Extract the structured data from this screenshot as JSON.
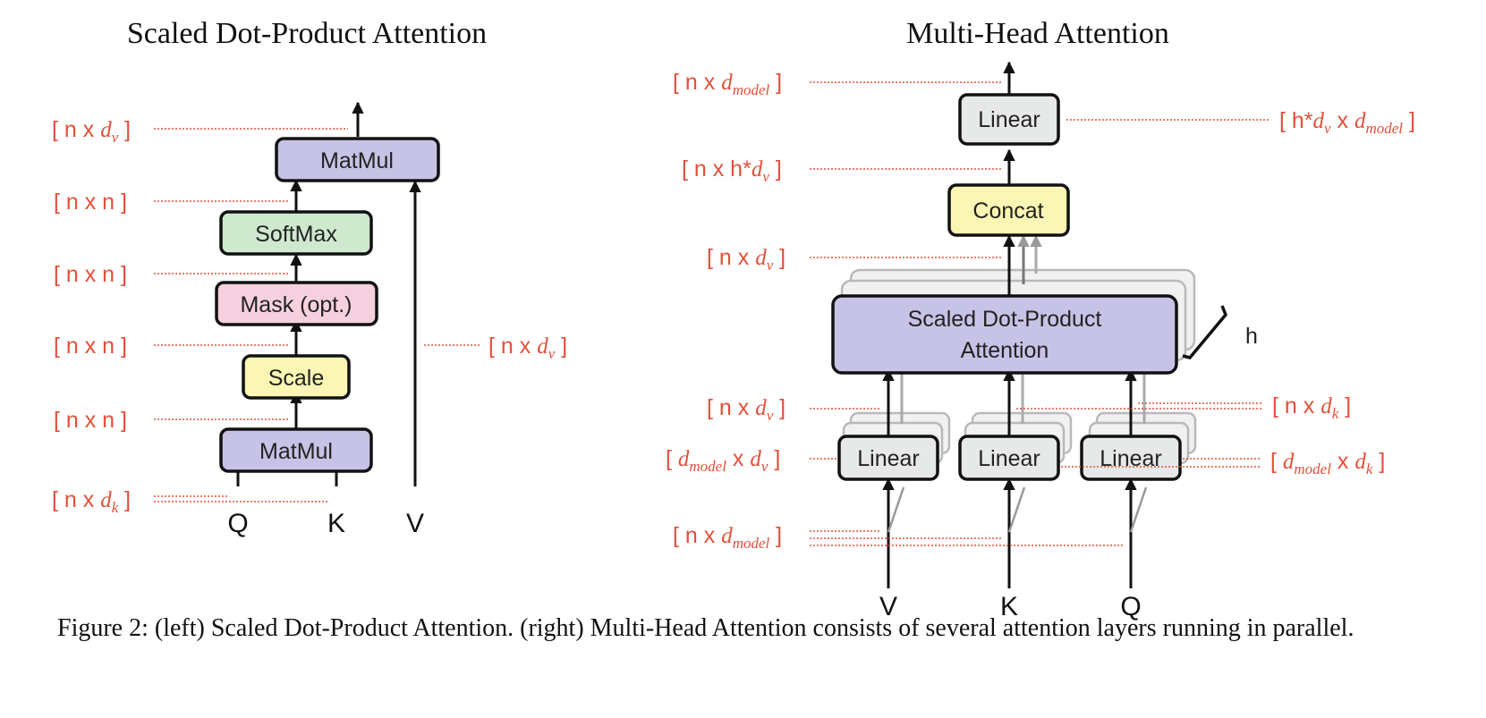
{
  "left": {
    "title": "Scaled Dot-Product Attention",
    "boxes": {
      "matmul_top": "MatMul",
      "softmax": "SoftMax",
      "mask": "Mask (opt.)",
      "scale": "Scale",
      "matmul_bottom": "MatMul"
    },
    "inputs": {
      "q": "Q",
      "k": "K",
      "v": "V"
    },
    "dims": {
      "out": {
        "pre": "[ n x ",
        "sym": "d",
        "sub": "v",
        "post": " ]"
      },
      "softmax_out": "[ n x n ]",
      "mask_out": "[ n x n ]",
      "scale_out": "[ n x n ]",
      "matmul_out": "[ n x n ]",
      "v_in": {
        "pre": "[ n x ",
        "sym": "d",
        "sub": "v",
        "post": " ]"
      },
      "qk_in": {
        "pre": "[ n x ",
        "sym": "d",
        "sub": "k",
        "post": " ]"
      }
    }
  },
  "right": {
    "title": "Multi-Head Attention",
    "boxes": {
      "linear_top": "Linear",
      "concat": "Concat",
      "attention_line1": "Scaled Dot-Product",
      "attention_line2": "Attention",
      "linear_v": "Linear",
      "linear_k": "Linear",
      "linear_q": "Linear"
    },
    "heads_label": "h",
    "inputs": {
      "v": "V",
      "k": "K",
      "q": "Q"
    },
    "dims": {
      "out": {
        "pre": "[ n x ",
        "sym": "d",
        "sub": "model",
        "post": " ]"
      },
      "linear_weight": {
        "pre": "[ h*",
        "sym": "d",
        "sub": "v",
        "mid": " x ",
        "sym2": "d",
        "sub2": "model",
        "post": " ]"
      },
      "concat_out": {
        "pre": "[ n x h*",
        "sym": "d",
        "sub": "v",
        "post": " ]"
      },
      "head_out": {
        "pre": "[ n x ",
        "sym": "d",
        "sub": "v",
        "post": " ]"
      },
      "v_proj": {
        "pre": "[ n x ",
        "sym": "d",
        "sub": "v",
        "post": " ]"
      },
      "qk_proj": {
        "pre": "[ n x ",
        "sym": "d",
        "sub": "k",
        "post": " ]"
      },
      "wv": {
        "pre": "[ ",
        "sym": "d",
        "sub": "model",
        "mid": " x ",
        "sym2": "d",
        "sub2": "v",
        "post": " ]"
      },
      "wqk": {
        "pre": "[ ",
        "sym": "d",
        "sub": "model",
        "mid": " x ",
        "sym2": "d",
        "sub2": "k",
        "post": " ]"
      },
      "inputs": {
        "pre": "[ n x ",
        "sym": "d",
        "sub": "model",
        "post": " ]"
      }
    }
  },
  "caption": "Figure 2: (left) Scaled Dot-Product Attention. (right) Multi-Head Attention consists of several attention layers running in parallel.",
  "colors": {
    "annotation": "#e2503a",
    "matmul": "#c7c3e6",
    "softmax": "#cfe9cf",
    "mask": "#f6d0df",
    "scale": "#fbf6b3",
    "linear": "#e6e9e8",
    "concat": "#fbf6b3",
    "attention": "#c7c3e6"
  }
}
